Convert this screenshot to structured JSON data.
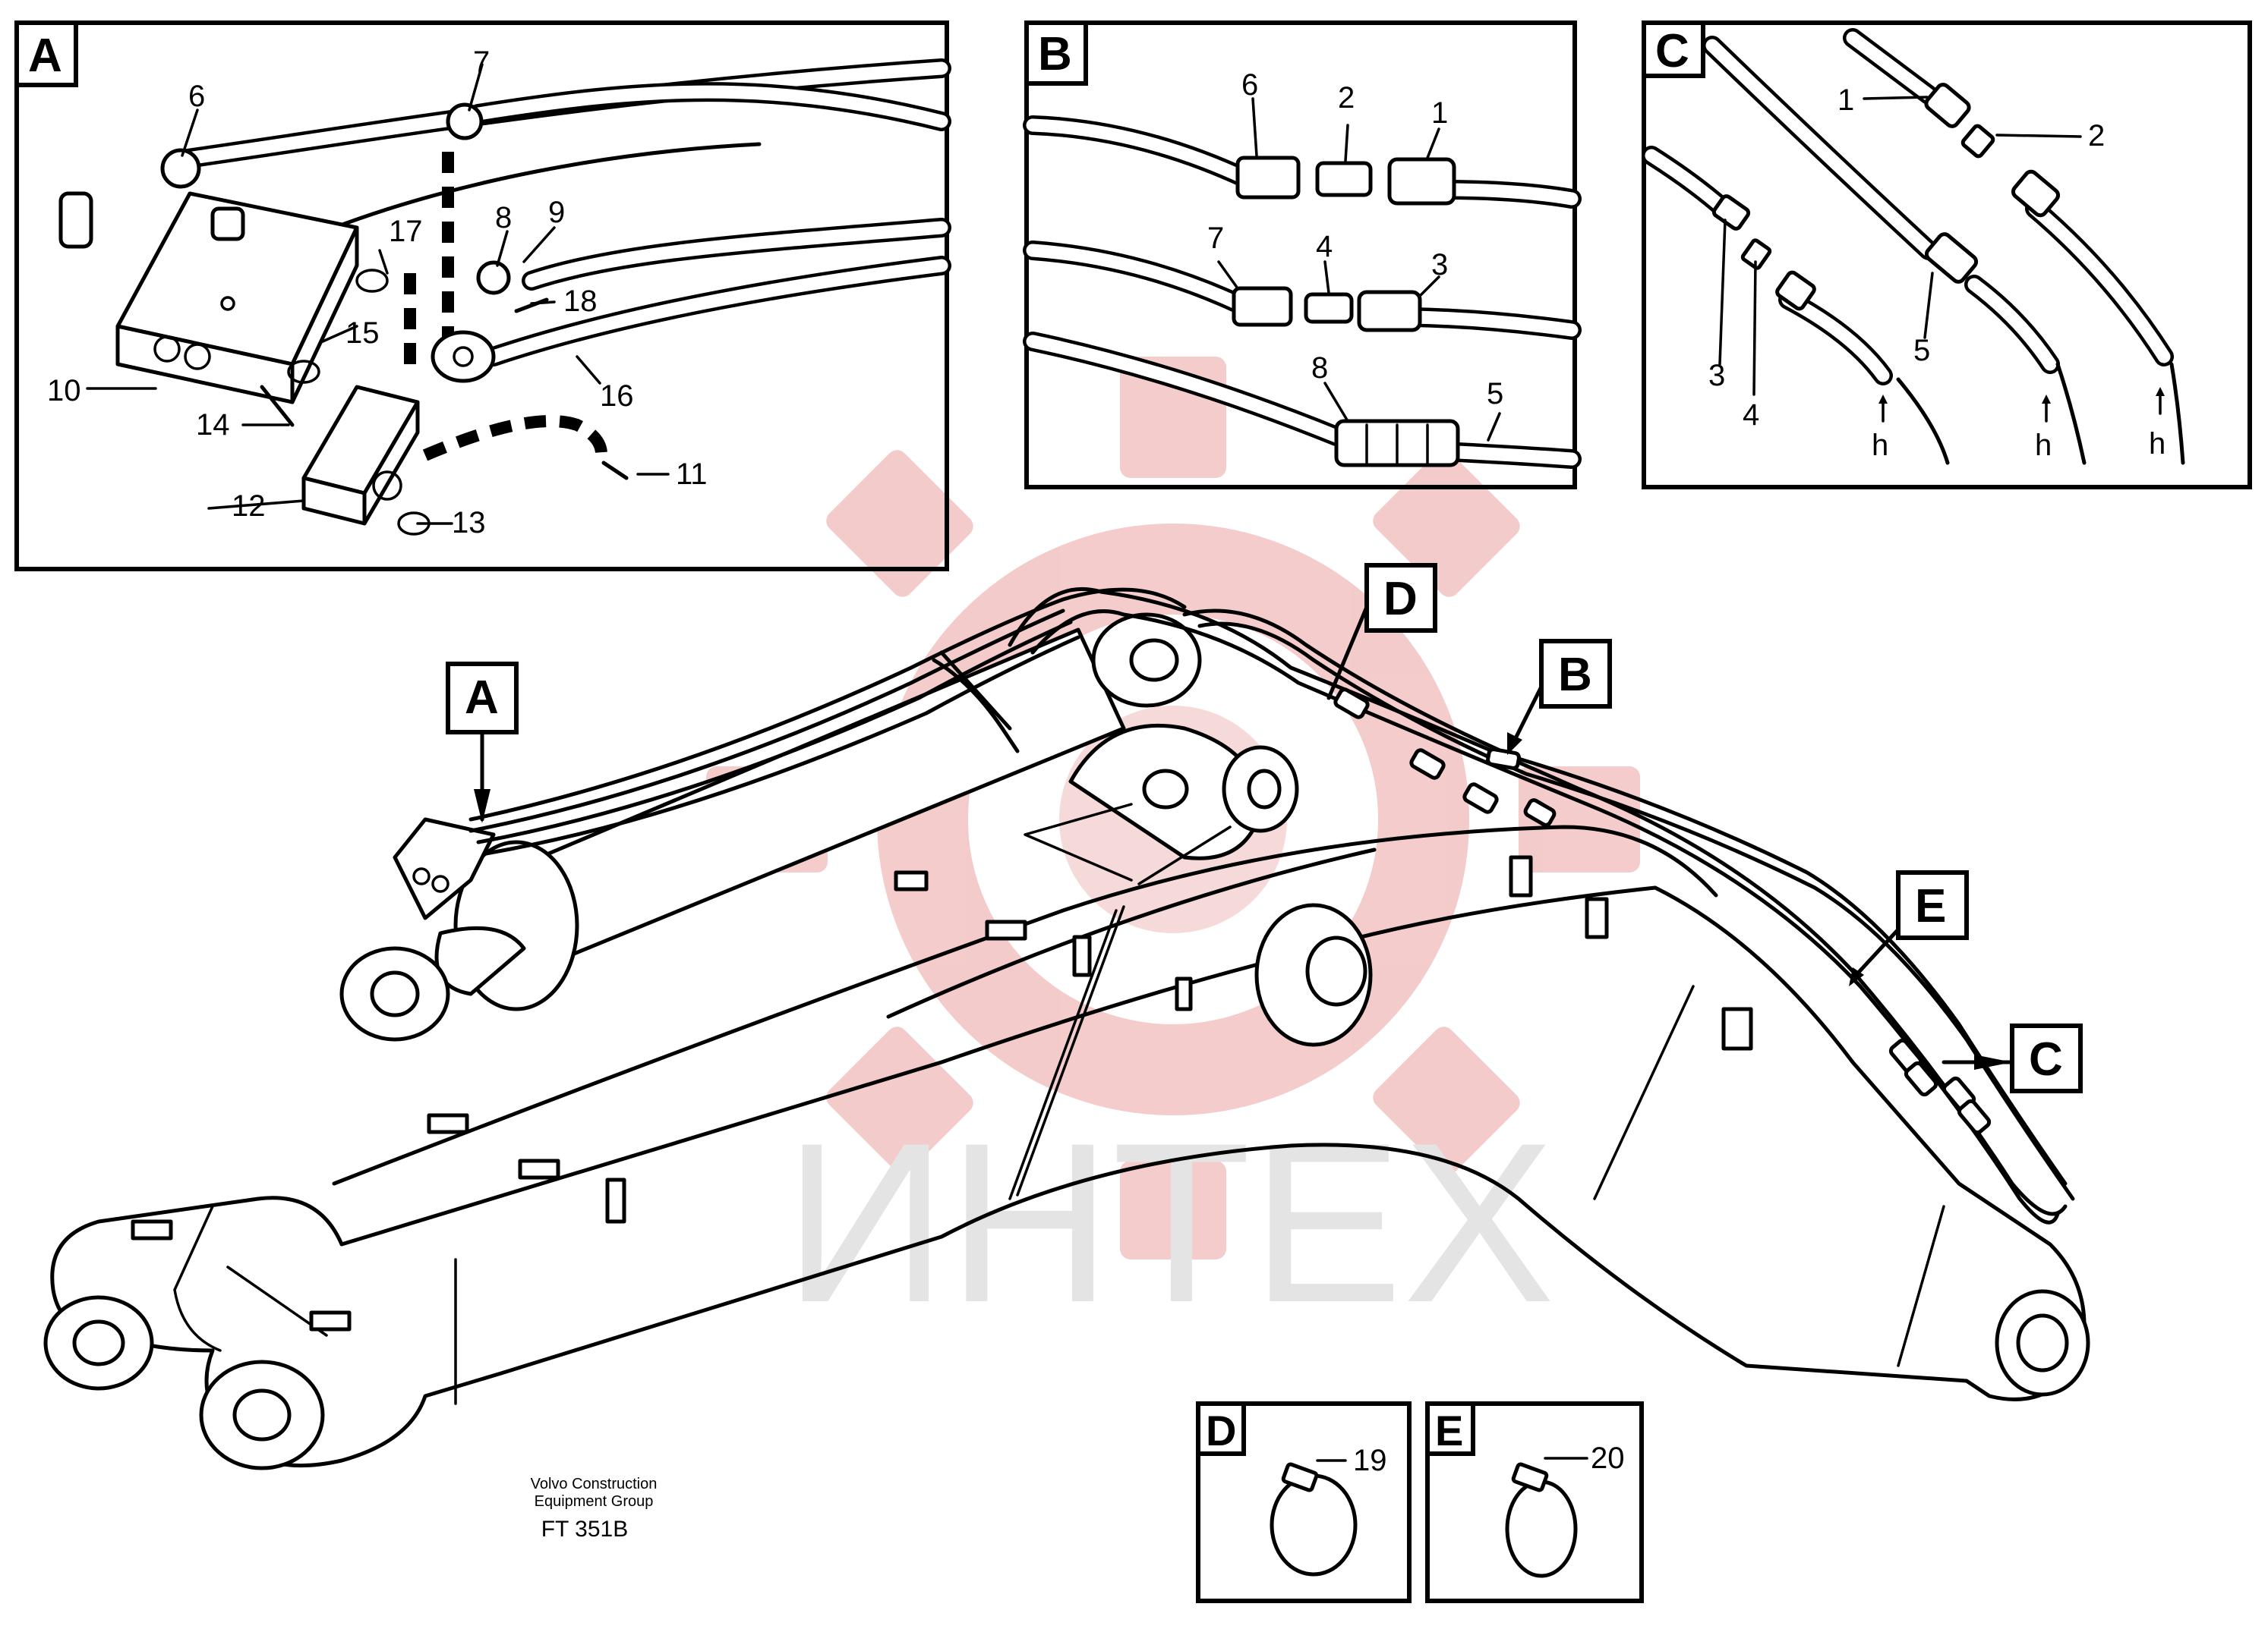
{
  "watermark": {
    "text": "ИНТЕХ",
    "logo_color": "#f3c6c6",
    "text_color": "#e6e6e6"
  },
  "callouts": {
    "a": "A",
    "b": "B",
    "c": "C",
    "d": "D",
    "e": "E"
  },
  "panel_a": {
    "label": "A",
    "items": {
      "n6": "6",
      "n7": "7",
      "n8": "8",
      "n9": "9",
      "n10": "10",
      "n11": "11",
      "n12": "12",
      "n13": "13",
      "n14": "14",
      "n15": "15",
      "n16": "16",
      "n17": "17",
      "n18": "18"
    }
  },
  "panel_b": {
    "label": "B",
    "items": {
      "n1": "1",
      "n2": "2",
      "n3": "3",
      "n4": "4",
      "n5": "5",
      "n6": "6",
      "n7": "7",
      "n8": "8"
    }
  },
  "panel_c": {
    "label": "C",
    "items": {
      "n1": "1",
      "n2": "2",
      "n3": "3",
      "n4": "4",
      "n5": "5"
    },
    "arrow_label": "h"
  },
  "panel_d": {
    "label": "D",
    "item": "19"
  },
  "panel_e": {
    "label": "E",
    "item": "20"
  },
  "footer": {
    "company_line1": "Volvo Construction",
    "company_line2": "Equipment Group",
    "figure_code": "FT 351B"
  }
}
